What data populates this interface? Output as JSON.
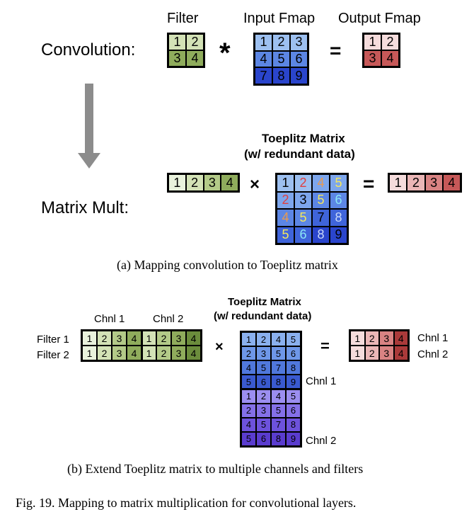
{
  "section_a": {
    "header_filter": "Filter",
    "header_input": "Input Fmap",
    "header_output": "Output Fmap",
    "row_label_conv": "Convolution:",
    "row_label_matmul": "Matrix Mult:",
    "op_convolve": "*",
    "op_equals_1": "=",
    "op_times": "×",
    "op_equals_2": "=",
    "toeplitz_title_1": "Toeplitz Matrix",
    "toeplitz_title_2": "(w/ redundant data)",
    "filter_values": [
      "1",
      "2",
      "3",
      "4"
    ],
    "input_values": [
      "1",
      "2",
      "3",
      "4",
      "5",
      "6",
      "7",
      "8",
      "9"
    ],
    "output_values": [
      "1",
      "2",
      "3",
      "4"
    ],
    "filter_row_values": [
      "1",
      "2",
      "3",
      "4"
    ],
    "toeplitz_values": [
      "1",
      "2",
      "4",
      "5",
      "2",
      "3",
      "5",
      "6",
      "4",
      "5",
      "7",
      "8",
      "5",
      "6",
      "8",
      "9"
    ],
    "output_row_values": [
      "1",
      "2",
      "3",
      "4"
    ],
    "caption": "(a) Mapping convolution to Toeplitz matrix"
  },
  "section_b": {
    "chnl1_label": "Chnl 1",
    "chnl2_label": "Chnl 2",
    "filter1_label": "Filter 1",
    "filter2_label": "Filter 2",
    "toeplitz_title_1": "Toeplitz Matrix",
    "toeplitz_title_2": "(w/ redundant data)",
    "op_times": "×",
    "op_equals": "=",
    "toeplitz_chnl1_label": "Chnl 1",
    "toeplitz_chnl2_label": "Chnl 2",
    "out_chnl1_label": "Chnl 1",
    "out_chnl2_label": "Chnl 2",
    "filter_matrix_values": [
      "1",
      "2",
      "3",
      "4",
      "1",
      "2",
      "3",
      "4",
      "1",
      "2",
      "3",
      "4",
      "1",
      "2",
      "3",
      "4"
    ],
    "toeplitz_values": [
      "1",
      "2",
      "4",
      "5",
      "2",
      "3",
      "5",
      "6",
      "4",
      "5",
      "7",
      "8",
      "5",
      "6",
      "8",
      "9",
      "1",
      "2",
      "4",
      "5",
      "2",
      "3",
      "5",
      "6",
      "4",
      "5",
      "7",
      "8",
      "5",
      "6",
      "8",
      "9"
    ],
    "output_values": [
      "1",
      "2",
      "3",
      "4",
      "1",
      "2",
      "3",
      "4"
    ],
    "caption": "(b) Extend Toeplitz matrix to multiple channels and filters"
  },
  "figure_caption": "Fig. 19.  Mapping to matrix multiplication for convolutional layers.",
  "colors": {
    "green": [
      "#e9f2dc",
      "#d3e2b6",
      "#b3ca88",
      "#8fac5c",
      "#6b8c3c"
    ],
    "blue": [
      "#9dc0f0",
      "#7da6ec",
      "#5c86e4",
      "#3f64da",
      "#2a45cc",
      "#1f32b8"
    ],
    "red": [
      "#f5dcdc",
      "#eab6b6",
      "#d98383",
      "#c65858",
      "#aa3a3a"
    ],
    "digit_red": "#e04040",
    "digit_orange": "#e89a50",
    "digit_yellow": "#f5e85c",
    "digit_cyan": "#8ce8f5",
    "digit_lightblue": "#c8d8f8",
    "arrow_gray": "#8c8c8c"
  }
}
